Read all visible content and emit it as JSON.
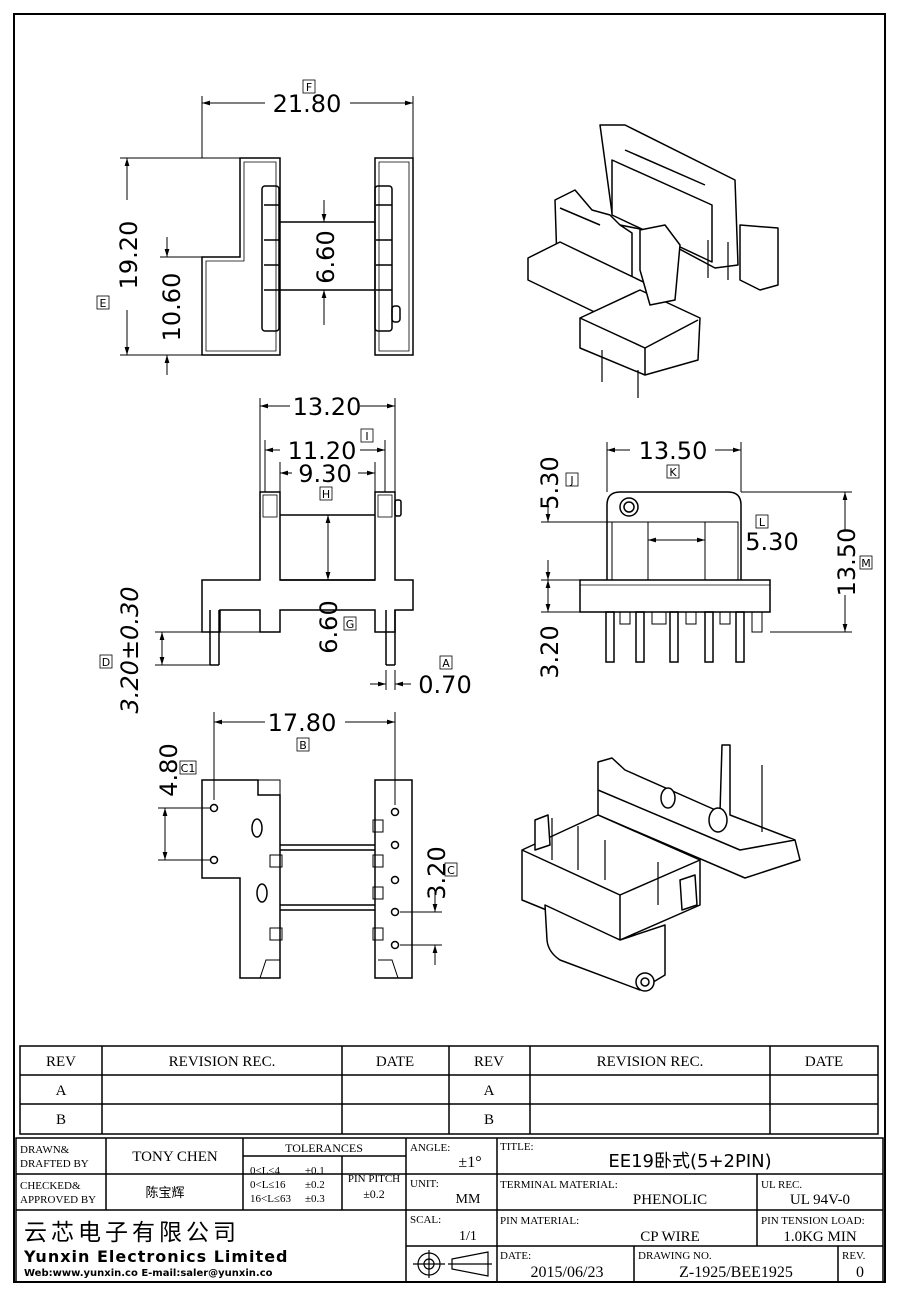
{
  "dimensions": {
    "F": "F",
    "E": "E",
    "I": "I",
    "H": "H",
    "G": "G",
    "D": "D",
    "A": "A",
    "B": "B",
    "C1": "C1",
    "C": "C",
    "J": "J",
    "K": "K",
    "L": "L",
    "M": "M",
    "width_21_80": "21.80",
    "height_19_20": "19.20",
    "height_10_60": "10.60",
    "height_6_60_top": "6.60",
    "width_13_20": "13.20",
    "width_11_20": "11.20",
    "width_9_30": "9.30",
    "height_6_60_front": "6.60",
    "pin_3_20": "3.20±0.30",
    "pin_0_70": "0.70",
    "width_17_80": "17.80",
    "pitch_4_80": "4.80",
    "pitch_3_20": "3.20",
    "width_13_50": "13.50",
    "height_5_30_left": "5.30",
    "height_5_30_right": "5.30",
    "height_13_50": "13.50",
    "height_3_20_side": "3.20"
  },
  "revision_table": {
    "headers": [
      "REV",
      "REVISION REC.",
      "DATE",
      "REV",
      "REVISION REC.",
      "DATE"
    ],
    "rows": [
      [
        "A",
        "",
        "",
        "A",
        "",
        ""
      ],
      [
        "B",
        "",
        "",
        "B",
        "",
        ""
      ]
    ]
  },
  "title_block": {
    "drawn_label": "DRAWN&",
    "drafted_label": "DRAFTED BY",
    "drawn_value": "TONY CHEN",
    "checked_label": "CHECKED&",
    "approved_label": "APPROVED BY",
    "approved_value": "陈宝辉",
    "tolerances_label": "TOLERANCES",
    "tol_range_1": "0<L≤4",
    "tol_value_1": "±0.1",
    "tol_range_2": "0<L≤16",
    "tol_value_2": "±0.2",
    "tol_range_3": "16<L≤63",
    "tol_value_3": "±0.3",
    "pin_pitch_label": "PIN PITCH",
    "pin_pitch_value": "±0.2",
    "angle_label": "ANGLE:",
    "angle_value": "±1°",
    "unit_label": "UNIT:",
    "unit_value": "MM",
    "scale_label": "SCAL:",
    "scale_value": "1/1",
    "title_label": "TITLE:",
    "title_value": "EE19卧式(5+2PIN)",
    "terminal_label": "TERMINAL MATERIAL:",
    "terminal_value": "PHENOLIC",
    "ul_label": "UL REC.",
    "ul_value": "UL 94V-0",
    "pin_material_label": "PIN MATERIAL:",
    "pin_material_value": "CP WIRE",
    "tension_label": "PIN TENSION LOAD:",
    "tension_value": "1.0KG MIN",
    "date_label": "DATE:",
    "date_value": "2015/06/23",
    "drawing_no_label": "DRAWING NO.",
    "drawing_no_value": "Z-1925/BEE1925",
    "rev_label": "REV.",
    "rev_value": "0",
    "company_cn": "云芯电子有限公司",
    "company_en": "Yunxin Electronics Limited",
    "company_web": "Web:www.yunxin.co E-mail:saler@yunxin.co"
  }
}
